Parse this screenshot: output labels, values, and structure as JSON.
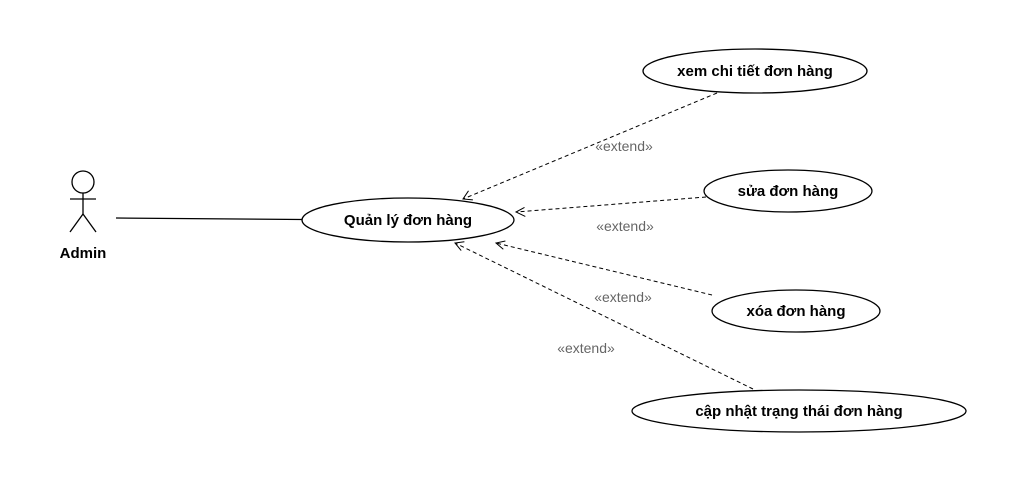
{
  "diagram": {
    "actor": {
      "name": "Admin"
    },
    "main_use_case": {
      "label": "Quản lý đơn hàng"
    },
    "extensions": [
      {
        "label": "xem chi tiết đơn hàng",
        "relation": "«extend»"
      },
      {
        "label": "sửa đơn hàng",
        "relation": "«extend»"
      },
      {
        "label": "xóa đơn hàng",
        "relation": "«extend»"
      },
      {
        "label": "cập nhật trạng thái đơn hàng",
        "relation": "«extend»"
      }
    ]
  }
}
